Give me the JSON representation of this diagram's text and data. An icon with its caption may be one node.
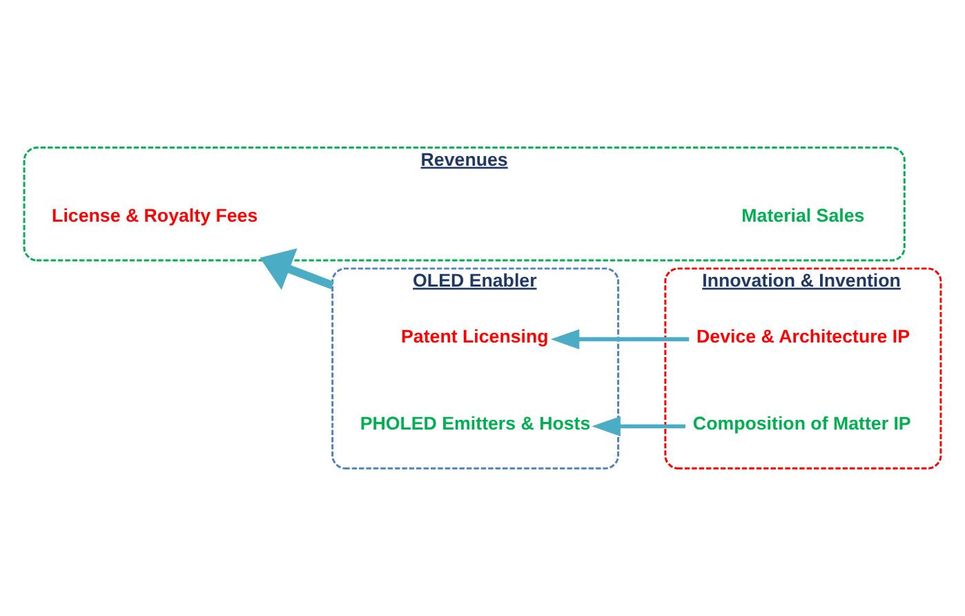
{
  "diagram": {
    "nodes": [
      {
        "text": [
          "Revenues"
        ]
      },
      {
        "text": [
          "License & Royalty Fees"
        ],
        "in": 0
      },
      {
        "text": [
          "Material Sales"
        ],
        "in": 0
      },
      {
        "text": [
          "OLED Enabler"
        ]
      },
      {
        "text": [
          "Patent Licensing"
        ],
        "in": 3
      },
      {
        "text": [
          "PHOLED Emitters & Hosts"
        ],
        "in": 3
      },
      {
        "text": [
          "Innovation & Invention"
        ]
      },
      {
        "text": [
          "Device & Architecture IP"
        ],
        "in": 6
      },
      {
        "text": [
          "Composition of Matter IP"
        ],
        "in": 6
      }
    ],
    "edges": [
      {
        "from": 7,
        "to": 4,
        "arrow": "to"
      },
      {
        "from": 8,
        "to": 5,
        "arrow": "to"
      },
      {
        "from": 3,
        "to": 0,
        "arrow": "to",
        "style": "thick"
      }
    ]
  }
}
